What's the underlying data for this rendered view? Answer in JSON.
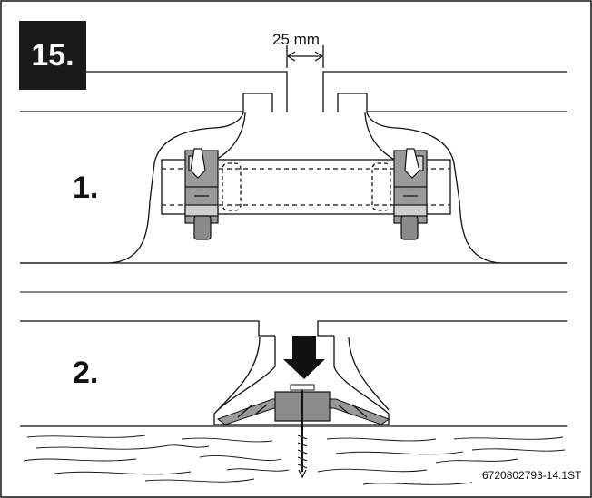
{
  "figure": {
    "step_badge": "15.",
    "dimension_label": "25 mm",
    "steps": [
      {
        "label": "1."
      },
      {
        "label": "2."
      }
    ],
    "reference_code": "6720802793-14.1ST"
  }
}
